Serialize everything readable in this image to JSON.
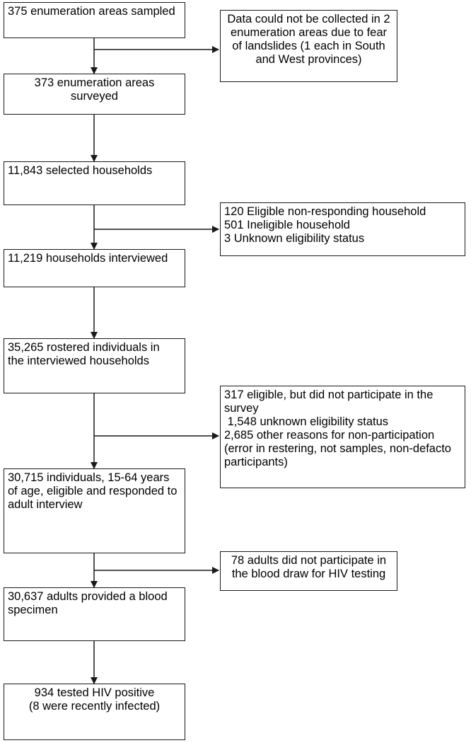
{
  "main_boxes": [
    {
      "id": "b1",
      "lines": [
        "375 enumeration areas sampled"
      ]
    },
    {
      "id": "b2",
      "lines": [
        "373 enumeration areas",
        "surveyed"
      ]
    },
    {
      "id": "b3",
      "lines": [
        "11,843 selected households"
      ]
    },
    {
      "id": "b4",
      "lines": [
        "11,219 households interviewed"
      ]
    },
    {
      "id": "b5",
      "lines": [
        "35,265 rostered individuals in",
        "the interviewed households"
      ]
    },
    {
      "id": "b6",
      "lines": [
        "30,715 individuals, 15-64 years",
        "of age, eligible and responded to",
        "adult interview"
      ]
    },
    {
      "id": "b7",
      "lines": [
        "30,637 adults provided a blood",
        "specimen"
      ]
    },
    {
      "id": "b8",
      "lines": [
        "934 tested HIV positive",
        "(8 were recently infected)"
      ]
    }
  ],
  "side_boxes": [
    {
      "id": "s1",
      "lines": [
        "Data could not be collected in 2",
        "enumeration areas due to fear",
        "of landslides (1 each in South",
        "and West provinces)"
      ]
    },
    {
      "id": "s2",
      "lines": [
        "120 Eligible non-responding household",
        "501 Ineligible household",
        "3 Unknown eligibility status"
      ]
    },
    {
      "id": "s3",
      "lines": [
        "317 eligible, but did not participate in the",
        "survey",
        " 1,548 unknown eligibility status",
        "2,685 other reasons for non-participation",
        "(error in restering, not samples, non-defacto",
        "participants)"
      ]
    },
    {
      "id": "s4",
      "lines": [
        "78 adults did not participate in",
        "the blood draw for HIV testing"
      ]
    }
  ]
}
